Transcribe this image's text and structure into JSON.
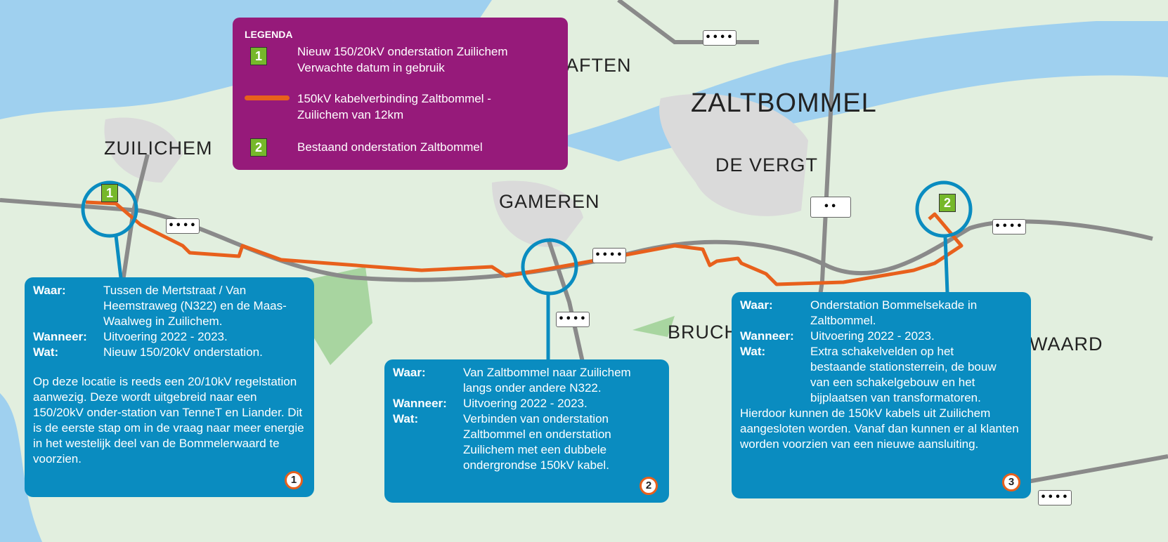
{
  "cities": {
    "zuilichem": "ZUILICHEM",
    "aften": "AFTEN",
    "zaltbommel": "ZALTBOMMEL",
    "devergt": "DE VERGT",
    "gameren": "GAMEREN",
    "bruch": "BRUCH",
    "waard": "WAARD"
  },
  "road_signs": {
    "four": "••••",
    "two": "••"
  },
  "legend": {
    "title": "LEGENDA",
    "item1_badge": "1",
    "item1_line1": "Nieuw 150/20kV onderstation Zuilichem",
    "item1_line2": "Verwachte datum in gebruik",
    "item2_line1": "150kV kabelverbinding Zaltbommel -",
    "item2_line2": "Zuilichem van 12km",
    "item3_badge": "2",
    "item3_line1": "Bestaand onderstation Zaltbommel",
    "cable_color": "#e8601c"
  },
  "markers": {
    "m1": "1",
    "m2": "2"
  },
  "callouts": [
    {
      "num": "1",
      "waar_label": "Waar:",
      "waar": "Tussen de Mertstraat / Van Heemstraweg (N322) en de Maas-Waalweg in Zuilichem.",
      "wanneer_label": "Wanneer:",
      "wanneer": "Uitvoering 2022 - 2023.",
      "wat_label": "Wat:",
      "wat": "Nieuw 150/20kV onderstation.",
      "extra": "Op deze locatie is reeds een 20/10kV regelstation aanwezig. Deze wordt uitgebreid naar een 150/20kV onder-station van TenneT en Liander. Dit is de eerste stap om in de vraag naar meer energie in het westelijk deel van de Bommelerwaard te voorzien."
    },
    {
      "num": "2",
      "waar_label": "Waar:",
      "waar": "Van Zaltbommel naar Zuilichem langs onder andere N322.",
      "wanneer_label": "Wanneer:",
      "wanneer": "Uitvoering 2022 - 2023.",
      "wat_label": "Wat:",
      "wat": "Verbinden van onderstation Zaltbommel en onderstation Zuilichem met een dubbele ondergrondse 150kV kabel."
    },
    {
      "num": "3",
      "waar_label": "Waar:",
      "waar": "Onderstation Bommelsekade in Zaltbommel.",
      "wanneer_label": "Wanneer:",
      "wanneer": "Uitvoering 2022 - 2023.",
      "wat_label": "Wat:",
      "wat": "Extra schakelvelden op het bestaande stationsterrein, de bouw van een schakelgebouw en het bijplaatsen van transformatoren.",
      "extra": "Hierdoor kunnen de 150kV kabels uit Zuilichem aangesloten worden. Vanaf dan kunnen er al klanten worden voorzien van een nieuwe aansluiting."
    }
  ]
}
